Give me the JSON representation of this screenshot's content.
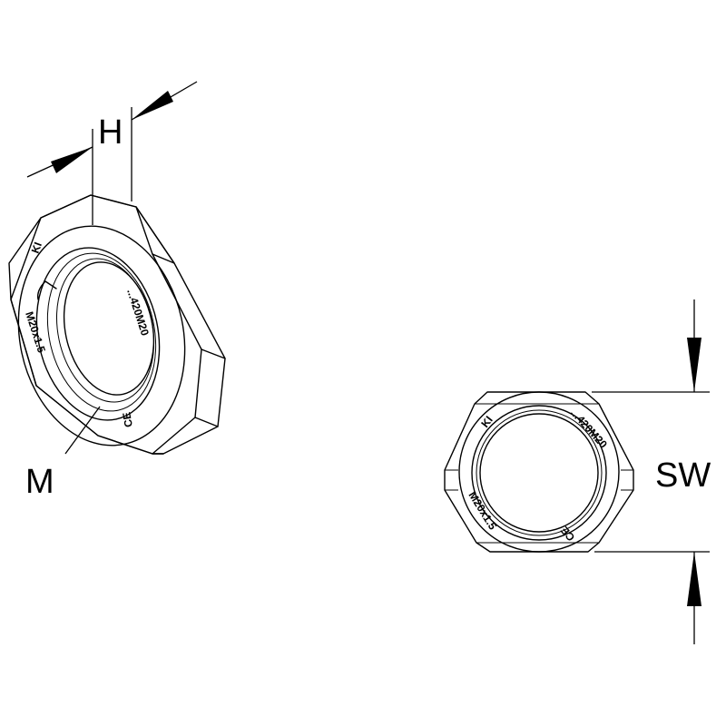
{
  "labels": {
    "height": "H",
    "thread": "M",
    "width_across_flats": "SW"
  },
  "markings": {
    "thread_spec": "M20x1.5",
    "part_number": "...420M20",
    "brand": "KI",
    "cert": "CE"
  }
}
